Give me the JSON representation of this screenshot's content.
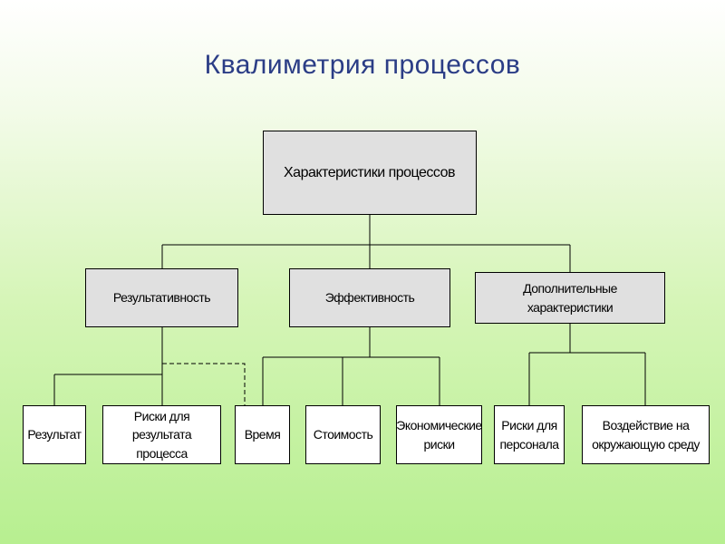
{
  "title": "Квалиметрия процессов",
  "root": {
    "label": "Характеристики процессов"
  },
  "level1": [
    {
      "label": "Результативность"
    },
    {
      "label": "Эффективность"
    },
    {
      "label": "Дополнительные характеристики"
    }
  ],
  "leaves": [
    {
      "label": "Результат"
    },
    {
      "label": "Риски для результата процесса"
    },
    {
      "label": "Время"
    },
    {
      "label": "Стоимость"
    },
    {
      "label": "Экономические риски"
    },
    {
      "label": "Риски для персонала"
    },
    {
      "label": "Воздействие на окружающую среду"
    }
  ],
  "colors": {
    "title": "#2b3d86",
    "box_gray": "#e0e0e0",
    "box_white": "#ffffff",
    "bg_top": "#ffffff",
    "bg_bottom": "#b7ef90"
  }
}
